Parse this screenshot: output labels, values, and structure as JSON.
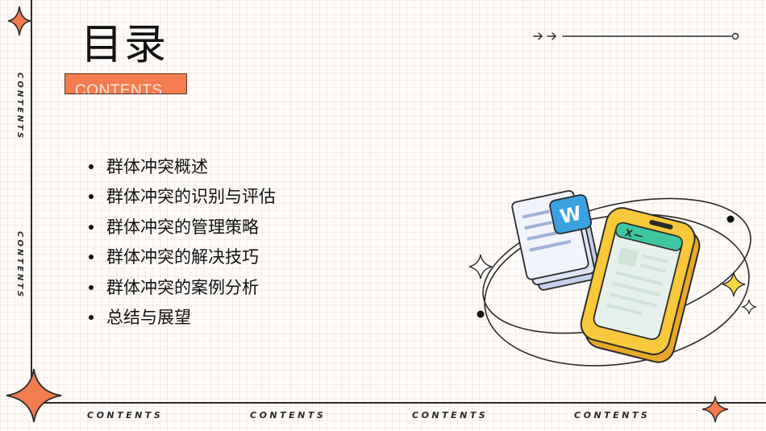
{
  "slide": {
    "title": "目录",
    "subtitle": "CONTENTS",
    "menu_items": [
      "群体冲突概述",
      "群体冲突的识别与评估",
      "群体冲突的管理策略",
      "群体冲突的解决技巧",
      "群体冲突的案例分析",
      "总结与展望"
    ]
  },
  "decor": {
    "side_labels": [
      "CONTENTS",
      "CONTENTS"
    ],
    "bottom_labels": [
      "CONTENTS",
      "CONTENTS",
      "CONTENTS",
      "CONTENTS"
    ],
    "doc_icon_letter": "W",
    "phone_icon_letter": "X"
  },
  "colors": {
    "accent": "#f47c4e",
    "line": "#2b2b2b",
    "doc_blue": "#3aa2e0",
    "phone_yellow": "#f7c93b",
    "phone_green": "#3ec7a0"
  },
  "icons": {
    "star_top_left": "four-point-star-icon",
    "star_bottom_left": "four-point-star-icon",
    "star_bottom_right": "four-point-star-icon",
    "arrows": "double-arrow-icon",
    "document": "word-document-icon",
    "phone": "spreadsheet-phone-icon"
  }
}
